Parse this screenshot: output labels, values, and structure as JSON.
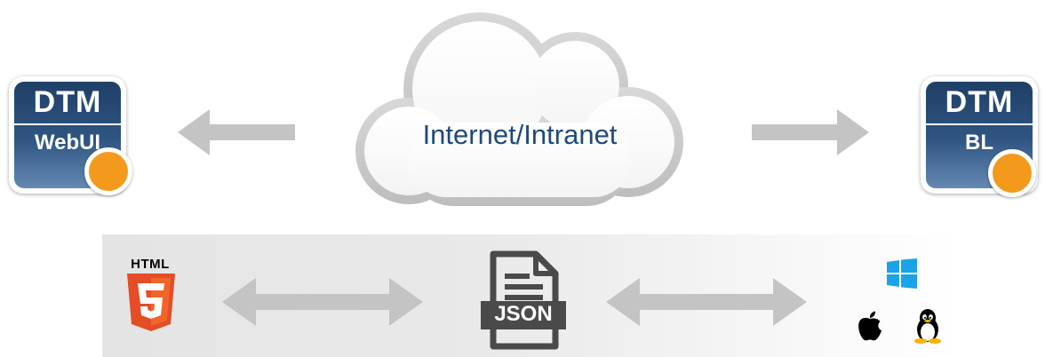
{
  "left_node": {
    "title": "DTM",
    "subtitle": "WebUI"
  },
  "right_node": {
    "title": "DTM",
    "subtitle": "BL"
  },
  "cloud": {
    "label": "Internet/Intranet"
  },
  "format": {
    "label": "JSON",
    "icon": "json-file-icon"
  },
  "client_tech": {
    "label": "HTML",
    "icon": "html5-icon"
  },
  "server_platforms": [
    "windows-icon",
    "apple-icon",
    "linux-icon"
  ],
  "colors": {
    "tile_blue": "#2f5683",
    "accent_orange": "#f39a1c",
    "arrow_gray": "#c4c4c4",
    "cloud_text": "#1f4a7a",
    "html5_orange": "#e44d26"
  }
}
